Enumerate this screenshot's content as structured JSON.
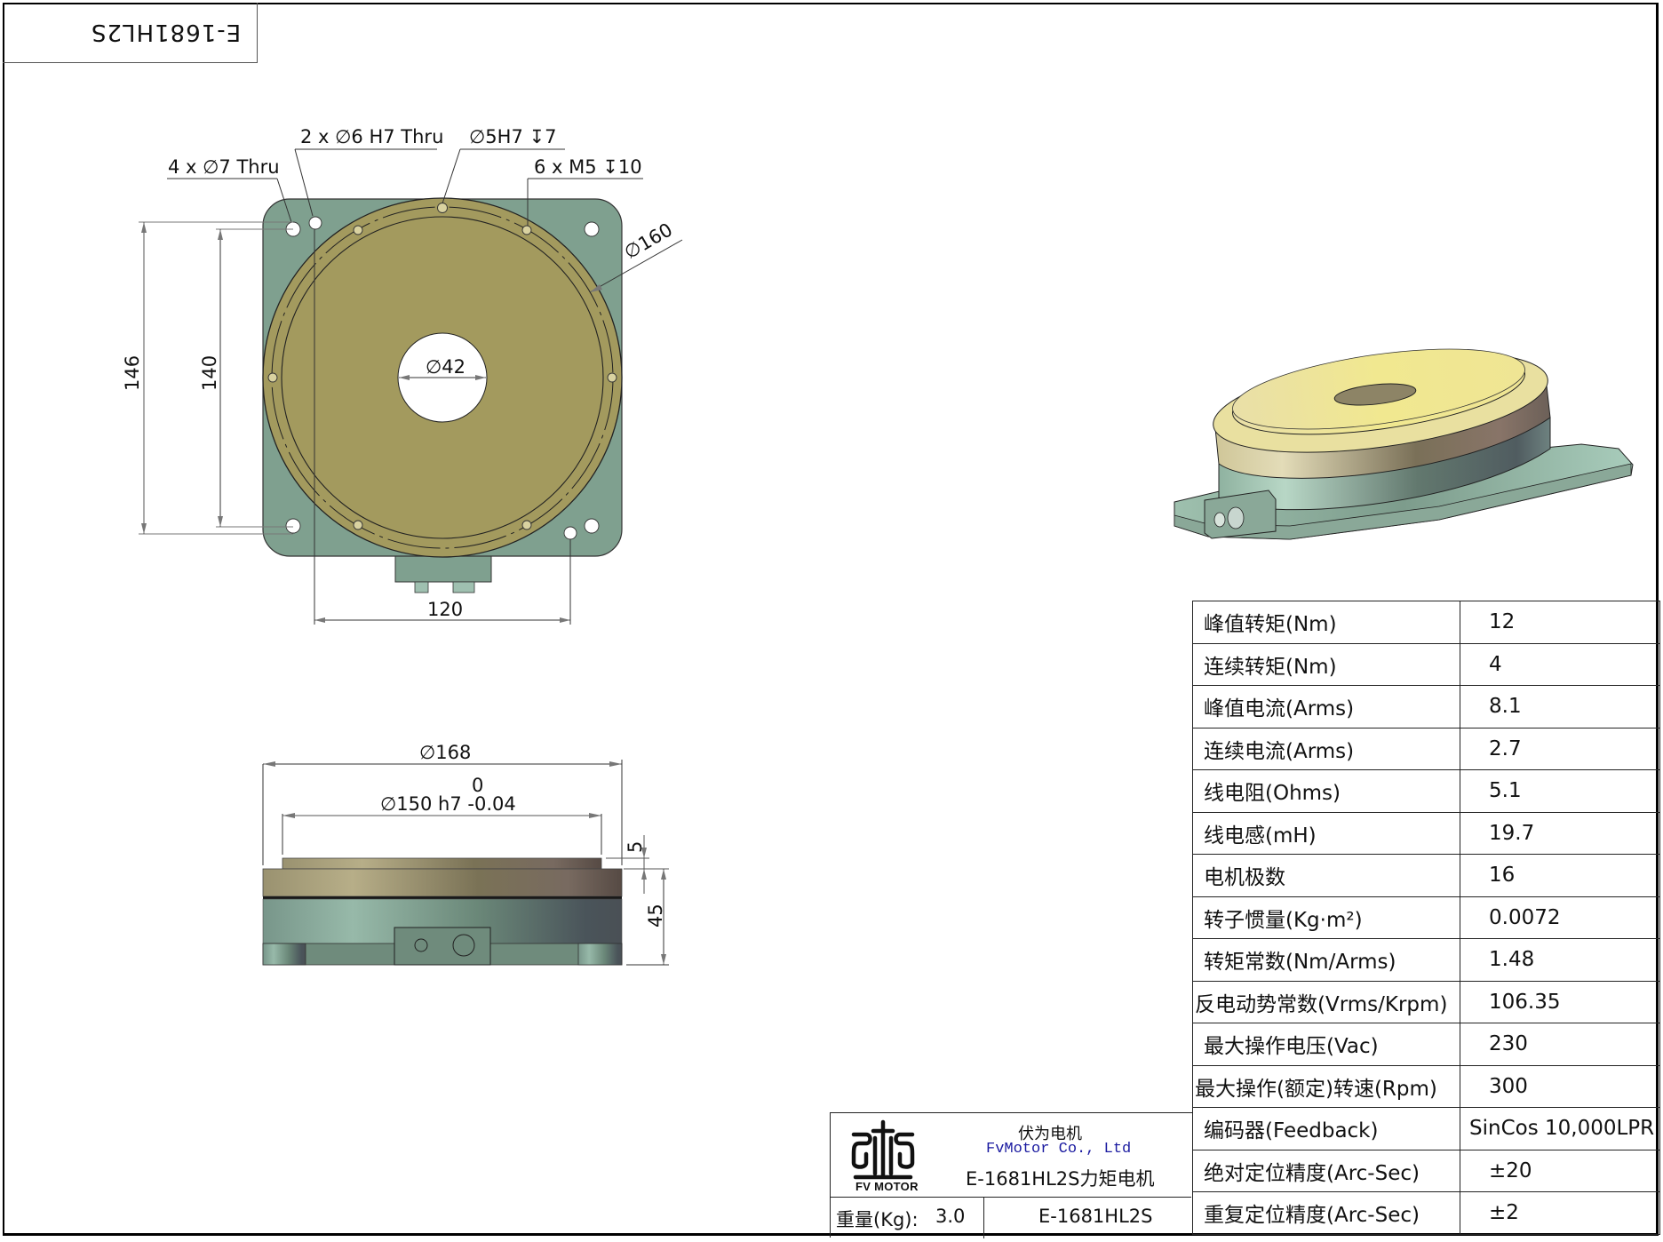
{
  "drawing": {
    "part_number_tab": "E-1681HL2S",
    "top_view": {
      "annotations": {
        "mount_holes": "4 x ∅7 Thru",
        "dowel_holes": "2 x ∅6 H7 Thru",
        "pin_hole": "∅5H7 ↧7",
        "tapped_holes": "6 x M5 ↧10",
        "rotor_diameter": "∅160",
        "bore_diameter": "∅42"
      },
      "dimensions": {
        "overall_height": "146",
        "hole_spacing_vertical": "140",
        "hole_spacing_horizontal": "120"
      }
    },
    "side_view": {
      "dimensions": {
        "outer_diameter": "∅168",
        "pilot_tolerance_upper": "0",
        "pilot_diameter": "∅150 h7 -0.04",
        "pilot_height": "5",
        "overall_height": "45"
      }
    },
    "colors": {
      "base_teal": "#7fa08f",
      "rotor_olive": "#a39a5e",
      "rotor_iso_yellow": "#efe594",
      "frame": "#000000",
      "company_en": "#1a1aa0"
    }
  },
  "spec_table": {
    "rows": [
      {
        "label": "峰值转矩(Nm)",
        "value": "12"
      },
      {
        "label": "连续转矩(Nm)",
        "value": "4"
      },
      {
        "label": "峰值电流(Arms)",
        "value": "8.1"
      },
      {
        "label": "连续电流(Arms)",
        "value": "2.7"
      },
      {
        "label": "线电阻(Ohms)",
        "value": "5.1"
      },
      {
        "label": "线电感(mH)",
        "value": "19.7"
      },
      {
        "label": "电机极数",
        "value": "16"
      },
      {
        "label": "转子惯量(Kg·m²)",
        "value": "0.0072"
      },
      {
        "label": "转矩常数(Nm/Arms)",
        "value": "1.48"
      },
      {
        "label": "反电动势常数(Vrms/Krpm)",
        "value": "106.35"
      },
      {
        "label": "最大操作电压(Vac)",
        "value": "230"
      },
      {
        "label": "最大操作(额定)转速(Rpm)",
        "value": "300"
      },
      {
        "label": "编码器(Feedback)",
        "value": "SinCos 10,000LPR"
      },
      {
        "label": "绝对定位精度(Arc-Sec)",
        "value": "±20"
      },
      {
        "label": "重复定位精度(Arc-Sec)",
        "value": "±2"
      }
    ]
  },
  "title_block": {
    "logo_text": "FV MOTOR",
    "company_cn": "伏为电机",
    "company_en": "FvMotor Co., Ltd",
    "product_name": "E-1681HL2S力矩电机",
    "weight_label": "重量(Kg):",
    "weight_value": "3.0",
    "part_number": "E-1681HL2S"
  }
}
